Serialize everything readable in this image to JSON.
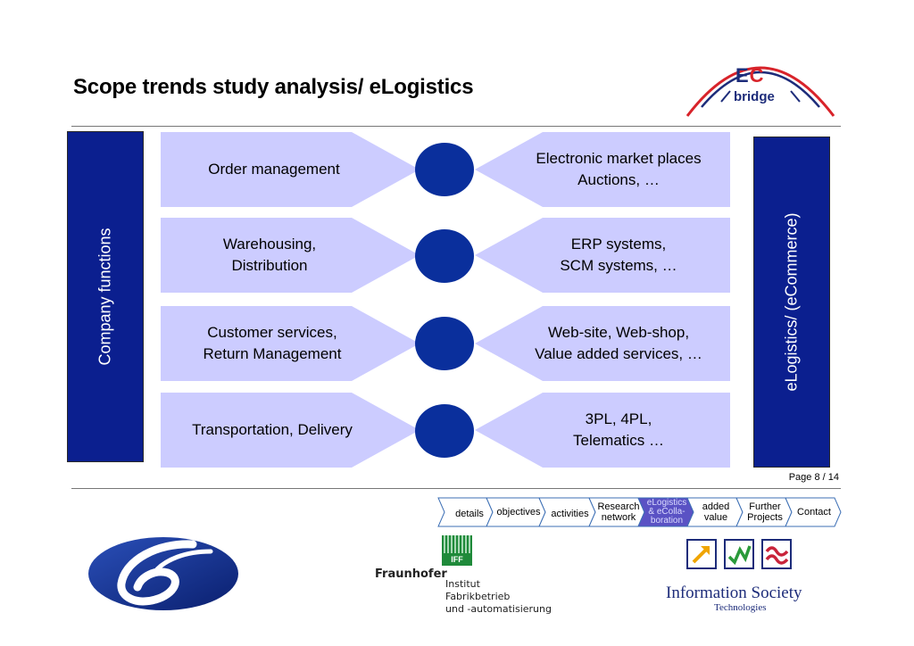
{
  "title": "Scope trends study analysis/ eLogistics",
  "left_panel": "Company functions",
  "right_panel": "eLogistics/ (eCommerce)",
  "rows": [
    {
      "left": "Order management",
      "right": "Electronic market places\nAuctions, …"
    },
    {
      "left": "Warehousing,\nDistribution",
      "right": "ERP systems,\nSCM systems, …"
    },
    {
      "left": "Customer services,\nReturn Management",
      "right": "Web-site, Web-shop,\nValue added services, …"
    },
    {
      "left": "Transportation, Delivery",
      "right": "3PL, 4PL,\nTelematics …"
    }
  ],
  "page_label": "Page 8 / 14",
  "nav": [
    {
      "label": "details"
    },
    {
      "label": "objectives"
    },
    {
      "label": "activities"
    },
    {
      "label": "Research\nnetwork"
    },
    {
      "label": "eLogistics\n& eColla-\nboration",
      "active": true
    },
    {
      "label": "added\nvalue"
    },
    {
      "label": "Further\nProjects"
    },
    {
      "label": "Contact"
    }
  ],
  "ec_logo": {
    "ec": "EC",
    "bridge": "bridge"
  },
  "fraunhofer": {
    "brand": "Fraunhofer",
    "iff": "IFF",
    "line1": "Institut",
    "line2": "Fabrikbetrieb",
    "line3": "und -automatisierung"
  },
  "ist": {
    "line1": "Information Society",
    "line2": "Technologies"
  },
  "colors": {
    "navy": "#0b1f8f",
    "light": "#ccccff",
    "circle": "#0a2f9c",
    "red": "#d8232a",
    "active_tab": "#5a52c4"
  }
}
